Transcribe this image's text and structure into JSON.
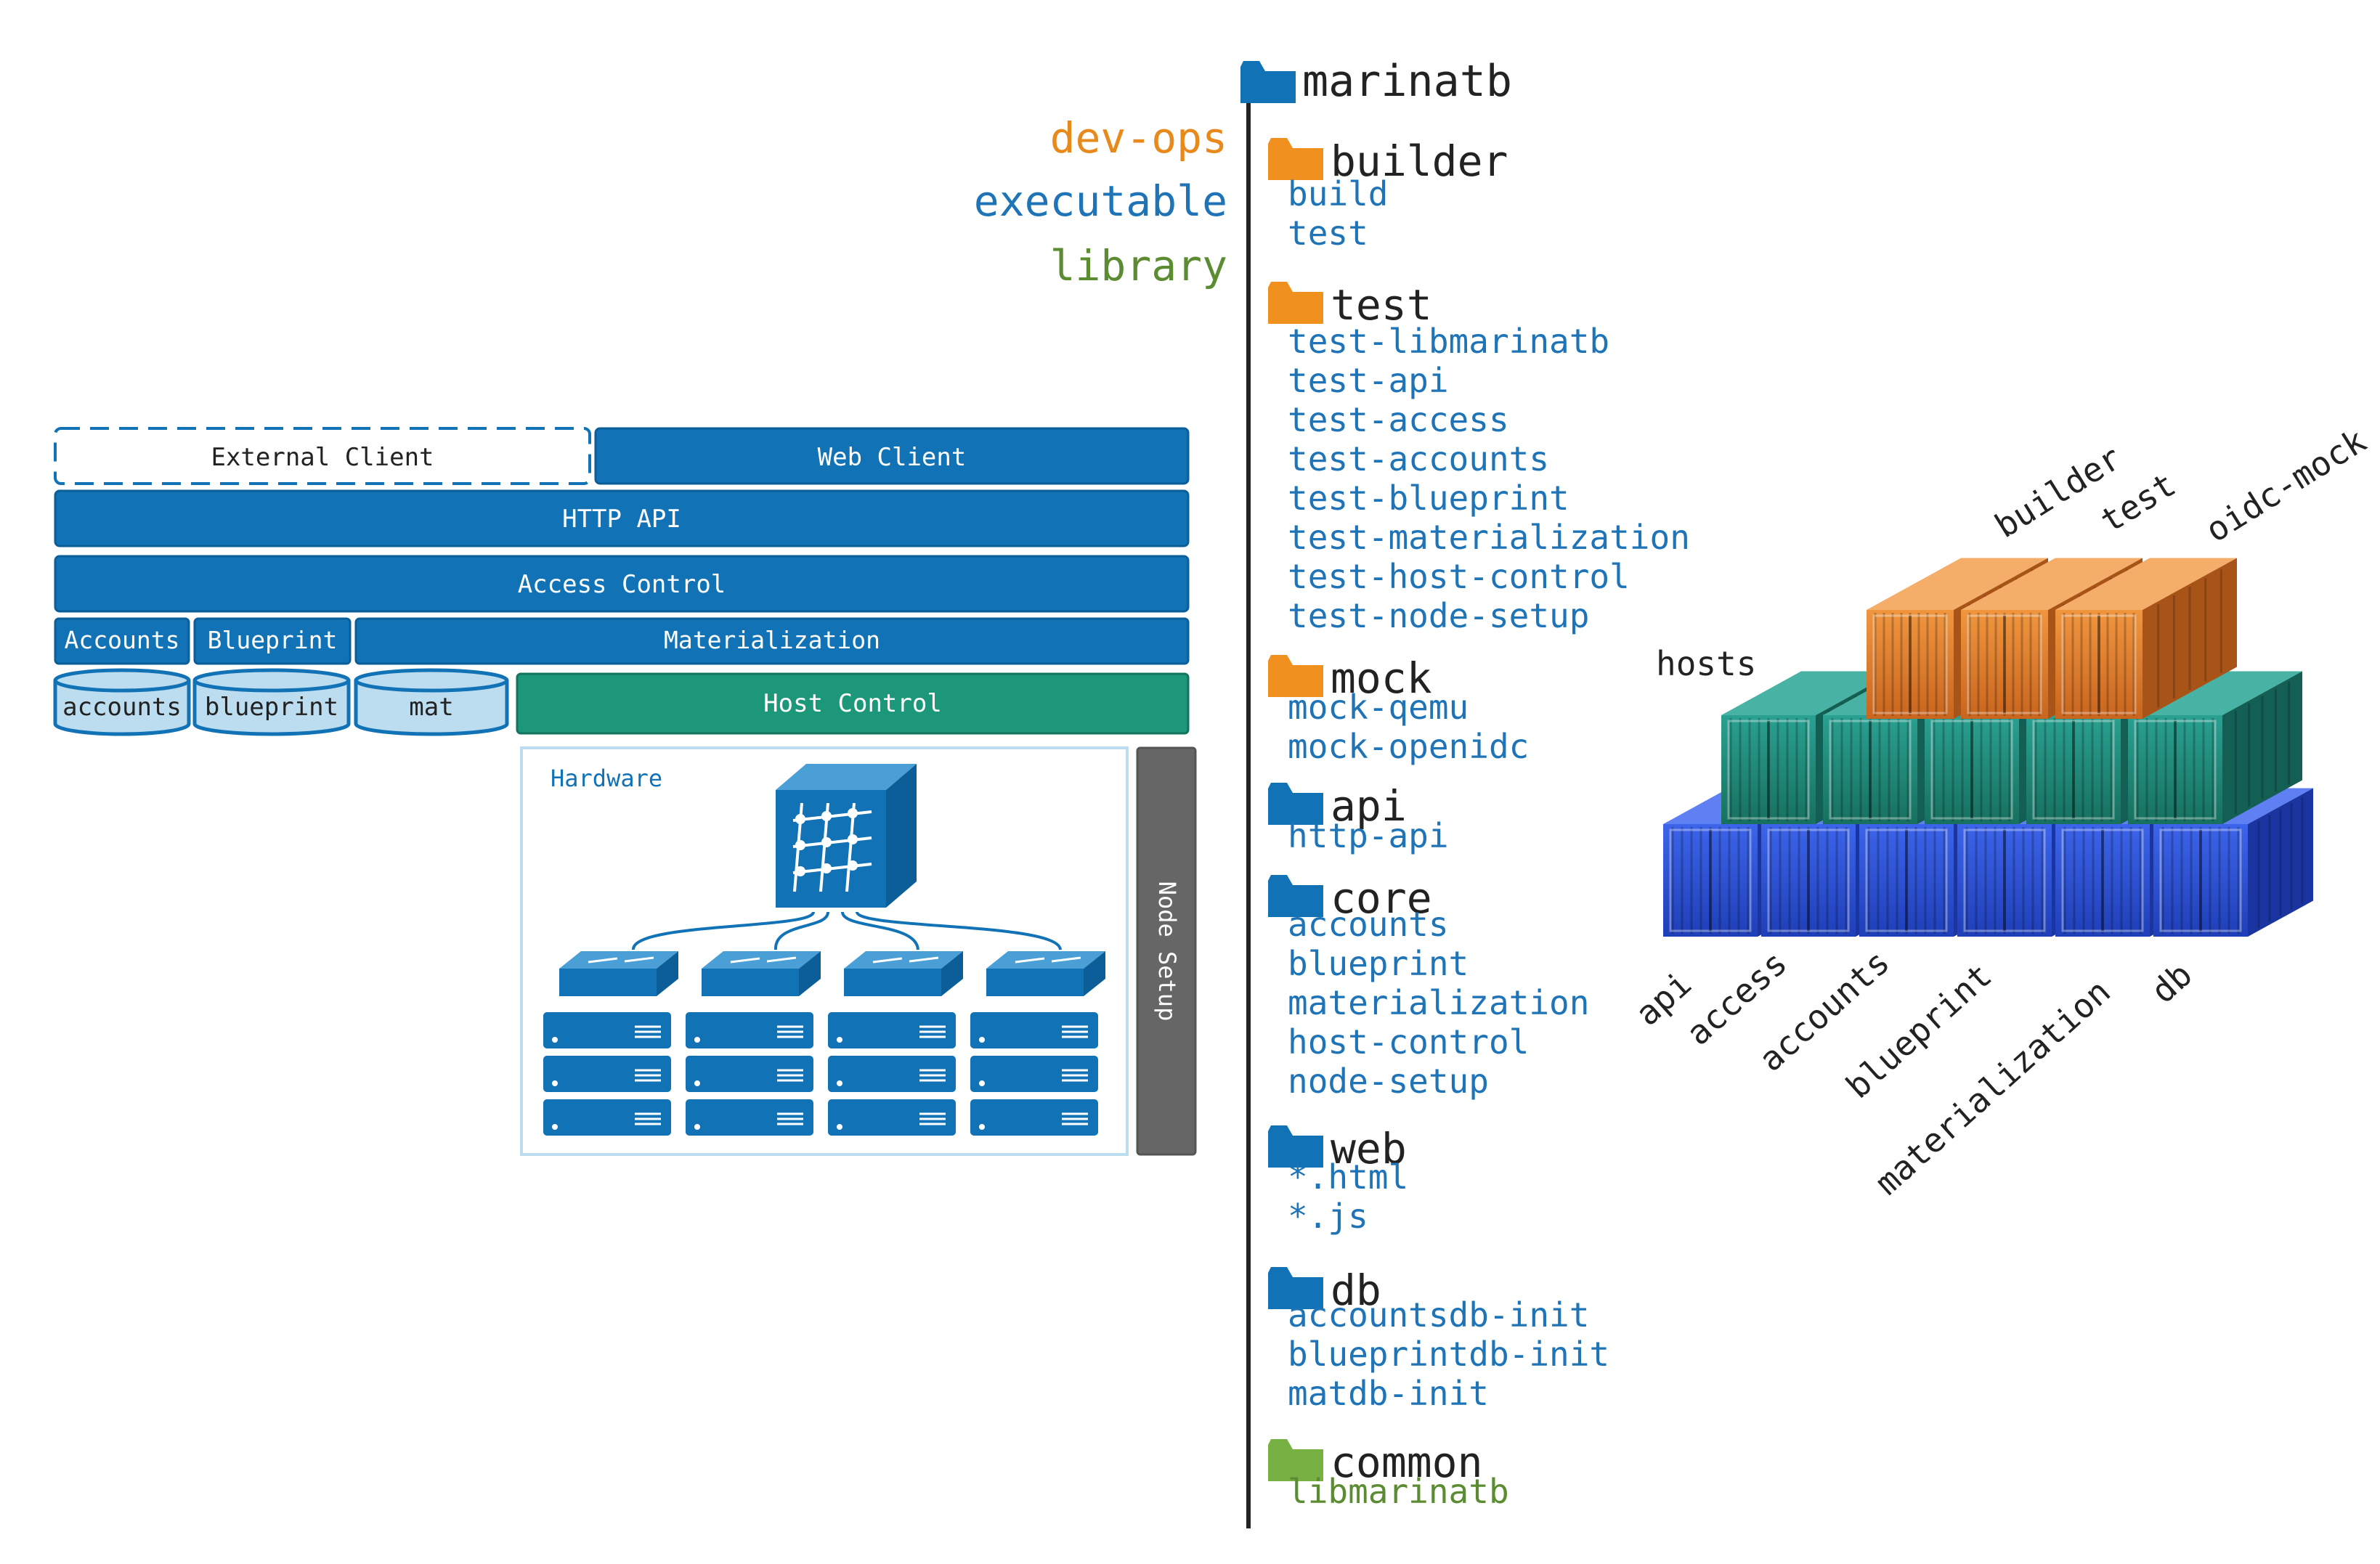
{
  "colors": {
    "blue": "#1173b6",
    "blue_light": "#bcdcf0",
    "teal": "#1c977a",
    "gray": "#666666",
    "orange": "#f0901e",
    "green": "#77b043",
    "devops_text": "#e8891c",
    "exec_text": "#1e74b6",
    "lib_text": "#5b8c32",
    "dark_text": "#222222",
    "container_orange": "#d9762a",
    "container_teal": "#1f8c7c",
    "container_blue": "#2a4fd6"
  },
  "legend": {
    "devops": "dev-ops",
    "executable": "executable",
    "library": "library"
  },
  "architecture": {
    "external_client": "External Client",
    "web_client": "Web Client",
    "http_api": "HTTP API",
    "access_control": "Access Control",
    "accounts": "Accounts",
    "blueprint": "Blueprint",
    "materialization": "Materialization",
    "db_accounts": "accounts",
    "db_blueprint": "blueprint",
    "db_mat": "mat",
    "host_control": "Host Control",
    "hardware": "Hardware",
    "node_setup": "Node Setup"
  },
  "tree": {
    "root": "marinatb",
    "folders": [
      {
        "name": "builder",
        "kind": "devops",
        "items": [
          "build",
          "test"
        ]
      },
      {
        "name": "test",
        "kind": "devops",
        "items": [
          "test-libmarinatb",
          "test-api",
          "test-access",
          "test-accounts",
          "test-blueprint",
          "test-materialization",
          "test-host-control",
          "test-node-setup"
        ]
      },
      {
        "name": "mock",
        "kind": "devops",
        "items": [
          "mock-qemu",
          "mock-openidc"
        ]
      },
      {
        "name": "api",
        "kind": "exec",
        "items": [
          "http-api"
        ]
      },
      {
        "name": "core",
        "kind": "exec",
        "items": [
          "accounts",
          "blueprint",
          "materialization",
          "host-control",
          "node-setup"
        ]
      },
      {
        "name": "web",
        "kind": "exec",
        "items": [
          "*.html",
          "*.js"
        ]
      },
      {
        "name": "db",
        "kind": "exec",
        "items": [
          "accountsdb-init",
          "blueprintdb-init",
          "matdb-init"
        ]
      },
      {
        "name": "common",
        "kind": "lib",
        "items": [
          "libmarinatb"
        ]
      }
    ]
  },
  "containers": {
    "top_labels": [
      "builder",
      "test",
      "oidc-mock"
    ],
    "middle_label": "hosts",
    "bottom_labels": [
      "api",
      "access",
      "accounts",
      "blueprint",
      "materialization",
      "db"
    ]
  }
}
